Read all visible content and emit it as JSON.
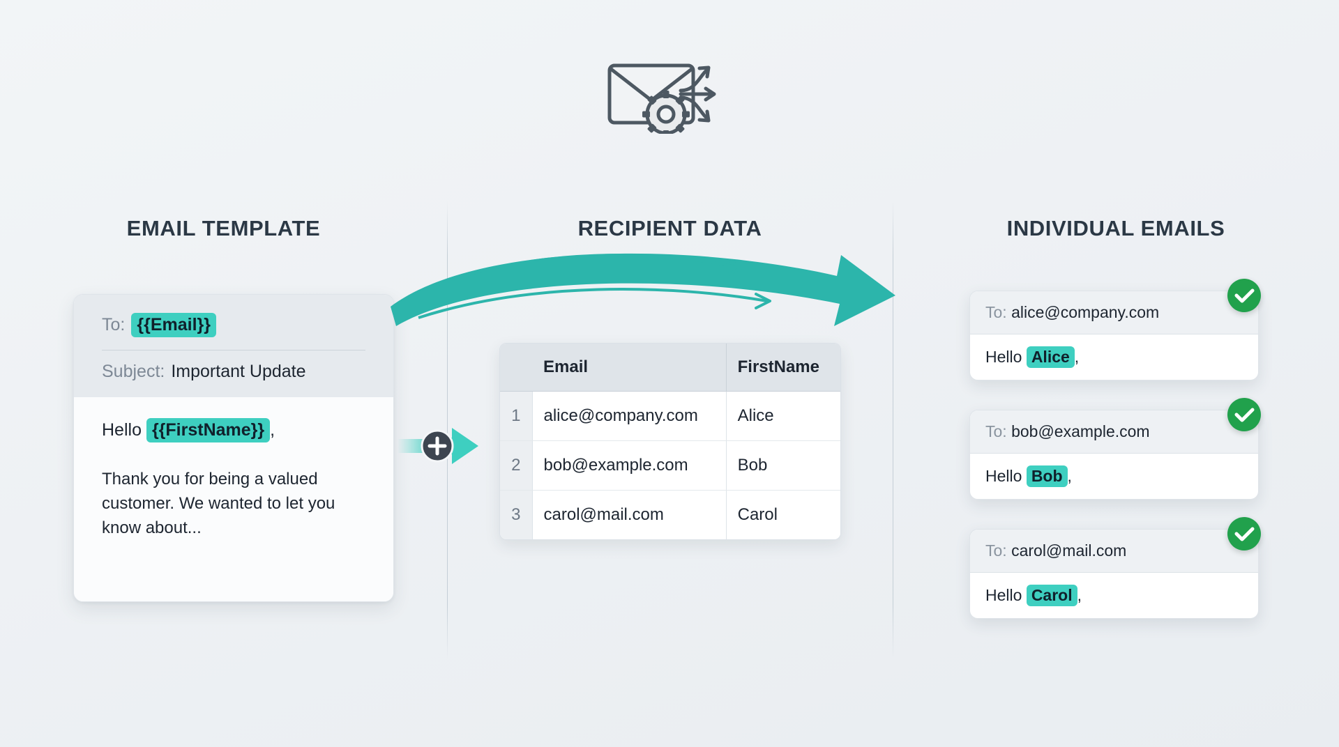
{
  "header": {
    "icon": "envelope-gear-arrows-icon"
  },
  "sections": {
    "template_heading": "EMAIL TEMPLATE",
    "recipients_heading": "RECIPIENT DATA",
    "results_heading": "INDIVIDUAL EMAILS"
  },
  "template": {
    "to_label": "To:",
    "to_placeholder": "{{Email}}",
    "subject_label": "Subject:",
    "subject_value": "Important Update",
    "greeting_prefix": "Hello",
    "greeting_placeholder": "{{FirstName}}",
    "greeting_suffix": ",",
    "body_paragraph": "Thank you for being a valued customer. We wanted to let you know about..."
  },
  "connector": {
    "icon": "plus-circle-icon",
    "arrow_icon": "arrow-right-icon"
  },
  "recipients": {
    "columns": [
      "",
      "Email",
      "FirstName"
    ],
    "rows": [
      {
        "index": "1",
        "email": "alice@company.com",
        "firstname": "Alice"
      },
      {
        "index": "2",
        "email": "bob@example.com",
        "firstname": "Bob"
      },
      {
        "index": "3",
        "email": "carol@mail.com",
        "firstname": "Carol"
      }
    ]
  },
  "flow": {
    "arrow_icon": "curved-merge-arrow-icon"
  },
  "results": {
    "to_label": "To:",
    "greeting_prefix": "Hello",
    "greeting_suffix": ",",
    "status_icon": "check-circle-icon",
    "cards": [
      {
        "to": "alice@company.com",
        "name": "Alice"
      },
      {
        "to": "bob@example.com",
        "name": "Bob"
      },
      {
        "to": "carol@mail.com",
        "name": "Carol"
      }
    ]
  },
  "colors": {
    "accent_teal": "#3ecfc0",
    "arrow_teal": "#2cb5ab",
    "success_green": "#21a14c",
    "heading_dark": "#2b3845",
    "background": "#eef1f4"
  }
}
